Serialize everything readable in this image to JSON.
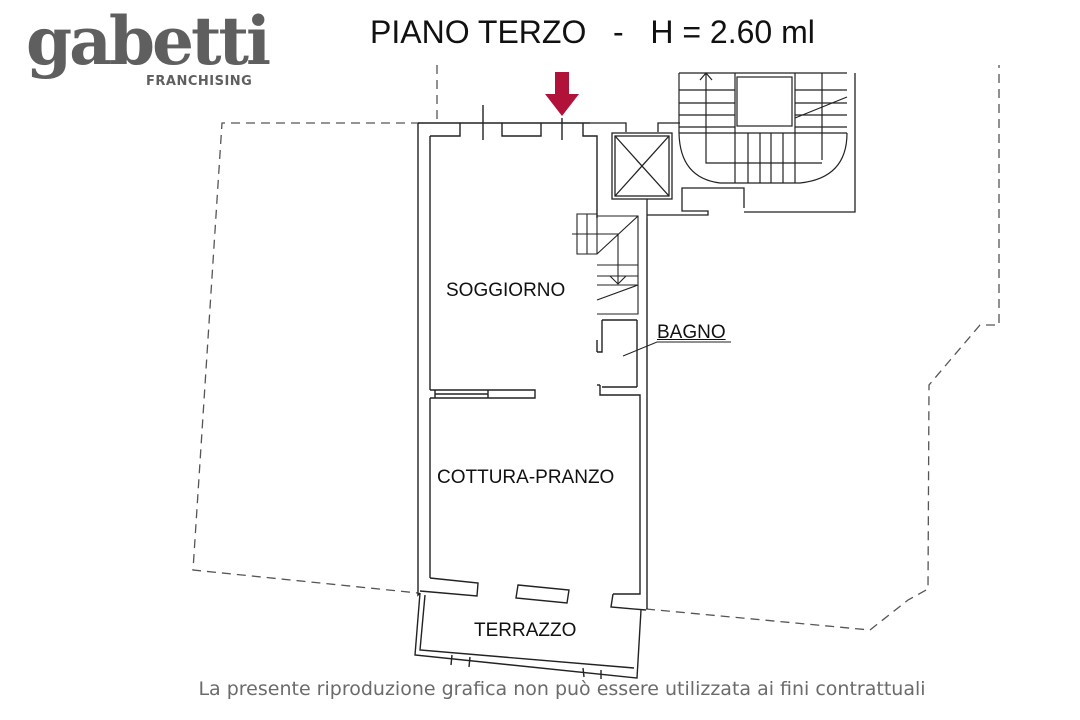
{
  "logo": {
    "brand": "gabetti",
    "subtitle": "FRANCHISING",
    "color": "#5f5f5f"
  },
  "header": {
    "title": "PIANO TERZO   -   H = 2.60 ml"
  },
  "plan": {
    "entrance_arrow_color": "#b0123a",
    "rooms": [
      {
        "label": "SOGGIORNO"
      },
      {
        "label": "BAGNO"
      },
      {
        "label": "COTTURA-PRANZO"
      },
      {
        "label": "TERRAZZO"
      }
    ]
  },
  "footer": {
    "disclaimer": "La presente riproduzione grafica non può essere utilizzata ai fini contrattuali"
  }
}
